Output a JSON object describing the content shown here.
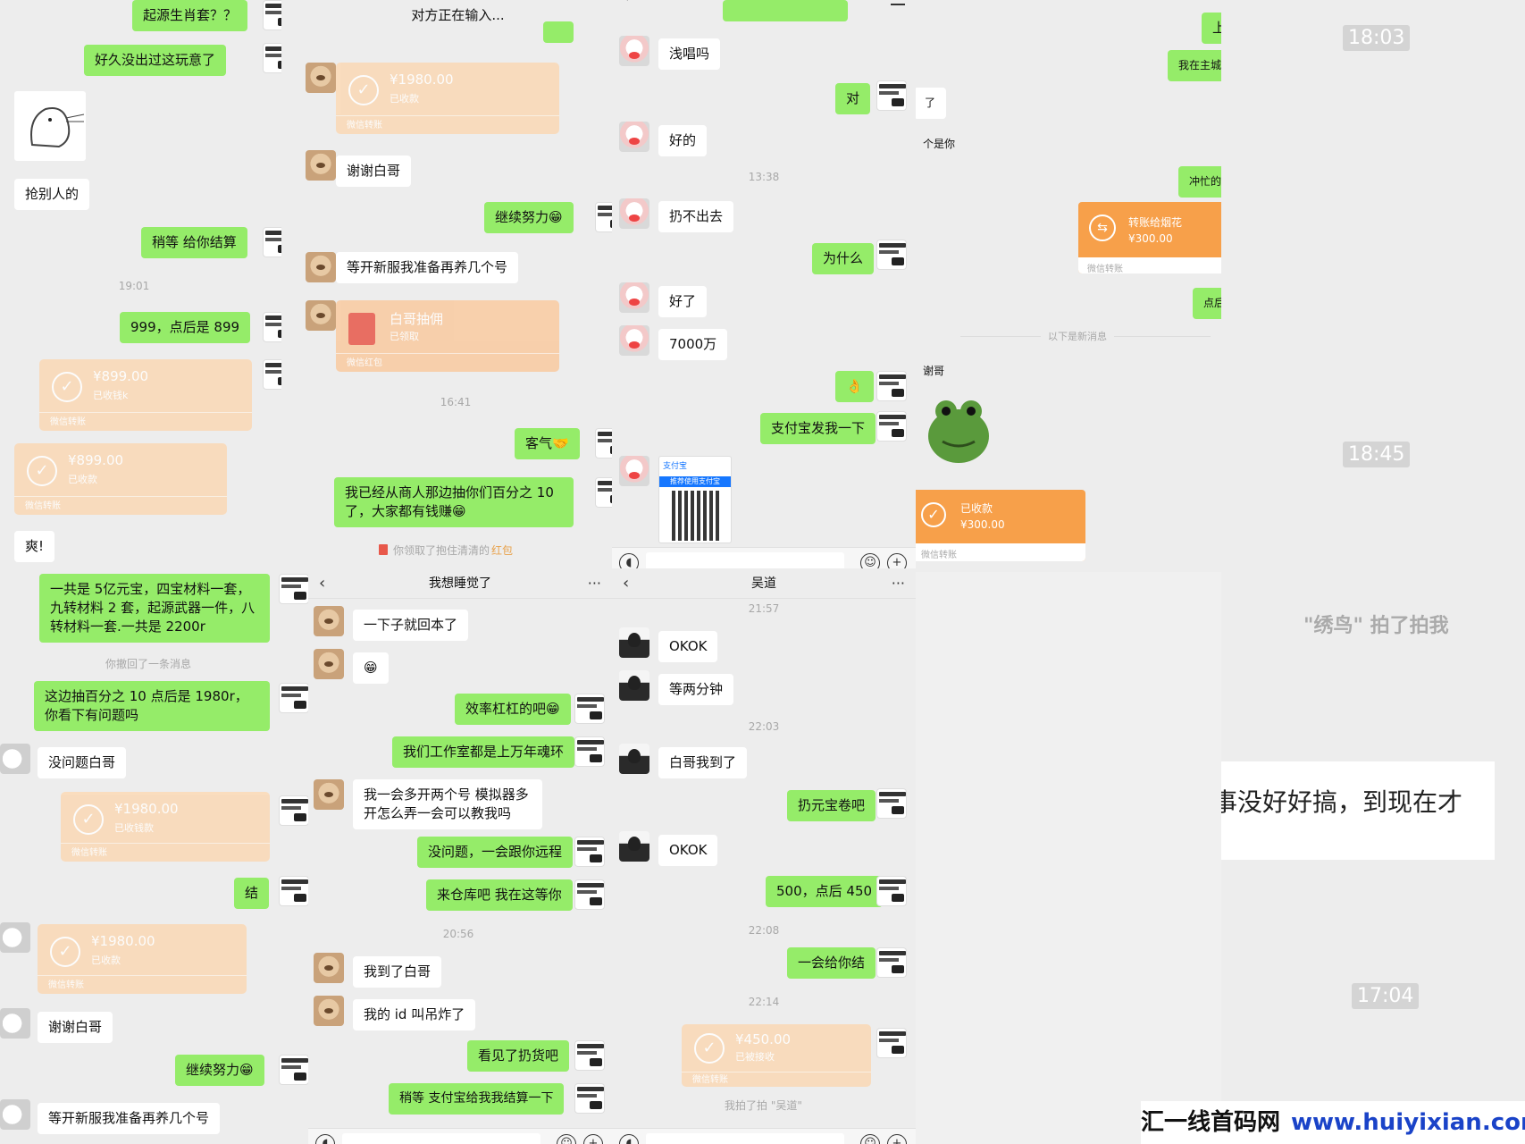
{
  "colA": {
    "m1": "起源生肖套？？",
    "m2": "好久没出过这玩意了",
    "m3": "抢别人的",
    "m4": "稍等 给你结算",
    "t1": "19:01",
    "m5": "999，点后是 899",
    "c1_amt": "¥899.00",
    "c1_st": "已收钱k",
    "c1_bot": "微信转账",
    "c2_amt": "¥899.00",
    "c2_st": "已收款",
    "c2_bot": "微信转账",
    "m6": "爽!"
  },
  "colB": {
    "header": "对方正在输入...",
    "c1_amt": "¥1980.00",
    "c1_st": "已收款",
    "c1_bot": "微信转账",
    "m1": "谢谢白哥",
    "m2": "继续努力😁",
    "m3": "等开新服我准备再养几个号",
    "rp_title": "白哥抽佣",
    "rp_st": "已领取",
    "rp_bot": "微信红包",
    "t1": "16:41",
    "m4": "客气🤝",
    "m5": "我已经从商人那边抽你们百分之 10 了，大家都有钱赚😁",
    "sys_pre": "你领取了抱住清清的",
    "sys_red": "红包"
  },
  "colC": {
    "m1": "浅唱吗",
    "m2": "对",
    "m3": "好的",
    "t1": "13:38",
    "m4": "扔不出去",
    "m5": "为什么",
    "m6": "好了",
    "m7": "7000万",
    "m8": "👌",
    "m9": "支付宝发我一下",
    "alipay_title": "支付宝",
    "alipay_sub": "推荐使用支付宝"
  },
  "colD": {
    "m1": "上",
    "m2": "我在主城",
    "m3": "了",
    "m4": "个是你",
    "m5": "冲忙的",
    "card_title": "转账给烟花",
    "card_amt": "¥300.00",
    "card_bot": "微信转账",
    "m6": "点后",
    "new_msg": "以下是新消息",
    "m7": "谢哥",
    "recv_title": "已收款",
    "recv_amt": "¥300.00",
    "recv_bot": "微信转账"
  },
  "colE": {
    "t1": "18:03",
    "t2": "18:45",
    "pat": "\"绣鸟\" 拍了拍我",
    "text": "事没好好搞，到现在才",
    "t3": "17:04"
  },
  "colF": {
    "m1": "一共是 5亿元宝，四宝材料一套，九转材料 2 套，起源武器一件，八转材料一套.一共是 2200r",
    "sys1": "你撤回了一条消息",
    "m2": "这边抽百分之 10 点后是 1980r，你看下有问题吗",
    "m3": "没问题白哥",
    "c1_amt": "¥1980.00",
    "c1_st": "已收钱款",
    "c1_bot": "微信转账",
    "m4": "结",
    "c2_amt": "¥1980.00",
    "c2_st": "已收款",
    "c2_bot": "微信转账",
    "m5": "谢谢白哥",
    "m6": "继续努力😁",
    "m7": "等开新服我准备再养几个号"
  },
  "colG": {
    "header": "我想睡觉了",
    "m1": "一下子就回本了",
    "m2": "😁",
    "m3": "效率杠杠的吧😁",
    "m4": "我们工作室都是上万年魂环",
    "m5": "我一会多开两个号 模拟器多开怎么弄一会可以教我吗",
    "m6": "没问题，一会跟你远程",
    "m7": "来仓库吧 我在这等你",
    "t1": "20:56",
    "m8": "我到了白哥",
    "m9": "我的 id 叫吊炸了",
    "m10": "看见了扔货吧",
    "m11": "稍等 支付宝给我我结算一下"
  },
  "colH": {
    "header": "吴道",
    "t1": "21:57",
    "m1": "OKOK",
    "m2": "等两分钟",
    "t2": "22:03",
    "m3": "白哥我到了",
    "m4": "扔元宝卷吧",
    "m5": "OKOK",
    "m6": "500，点后 450",
    "t3": "22:08",
    "m7": "一会给你结",
    "t4": "22:14",
    "c1_amt": "¥450.00",
    "c1_st": "已被接收",
    "c1_bot": "微信转账",
    "sys1": "我拍了拍 \"吴道\""
  },
  "watermark": {
    "part1": "汇一线首码网",
    "part2": "www.huiyixian.com"
  }
}
